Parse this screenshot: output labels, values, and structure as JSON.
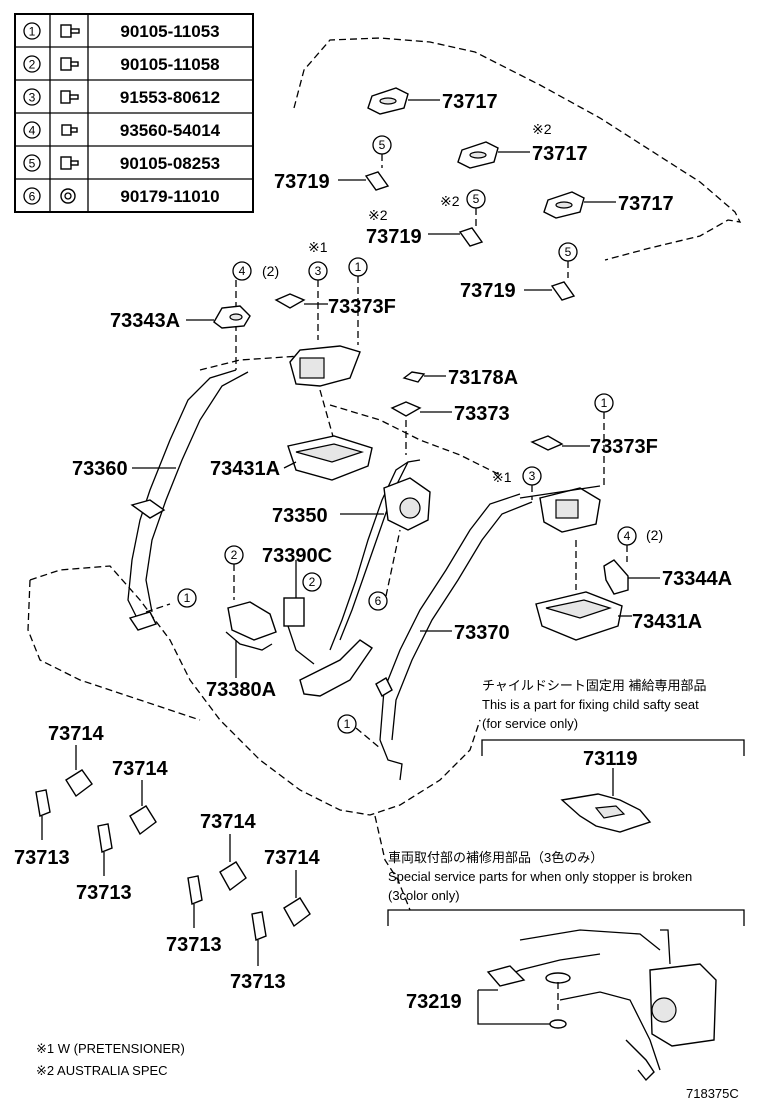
{
  "fastener_table": [
    {
      "num": "1",
      "part": "90105-11053"
    },
    {
      "num": "2",
      "part": "90105-11058"
    },
    {
      "num": "3",
      "part": "91553-80612"
    },
    {
      "num": "4",
      "part": "93560-54014"
    },
    {
      "num": "5",
      "part": "90105-08253"
    },
    {
      "num": "6",
      "part": "90179-11010"
    }
  ],
  "labels": {
    "p73717a": "73717",
    "p73717b": "73717",
    "p73717c": "73717",
    "p73719a": "73719",
    "p73719b": "73719",
    "p73719c": "73719",
    "p73343A": "73343A",
    "p73373Fa": "73373F",
    "p73178A": "73178A",
    "p73373": "73373",
    "p73373Fb": "73373F",
    "p73360": "73360",
    "p73431Aa": "73431A",
    "p73350": "73350",
    "p73390C": "73390C",
    "p73344A": "73344A",
    "p73370": "73370",
    "p73431Ab": "73431A",
    "p73380A": "73380A",
    "p73714a": "73714",
    "p73714b": "73714",
    "p73714c": "73714",
    "p73714d": "73714",
    "p73713a": "73713",
    "p73713b": "73713",
    "p73713c": "73713",
    "p73713d": "73713",
    "p73119": "73119",
    "p73219": "73219"
  },
  "marks": {
    "ref2": "※2",
    "ref1": "※1",
    "qty2": "(2)"
  },
  "callouts": {
    "c1": "1",
    "c2": "2",
    "c3": "3",
    "c4": "4",
    "c5": "5",
    "c6": "6"
  },
  "notes": {
    "child_jp": "チャイルドシート固定用  補給専用部品",
    "child_en1": "This is a part for fixing child safty seat",
    "child_en2": "(for service only)",
    "stopper_jp": "車両取付部の補修用部品（3色のみ）",
    "stopper_en1": "Special service parts for when only stopper is broken",
    "stopper_en2": "(3color only)"
  },
  "footnotes": {
    "f1": "※1  W  (PRETENSIONER)",
    "f2": "※2  AUSTRALIA  SPEC"
  },
  "figure_id": "718375C"
}
